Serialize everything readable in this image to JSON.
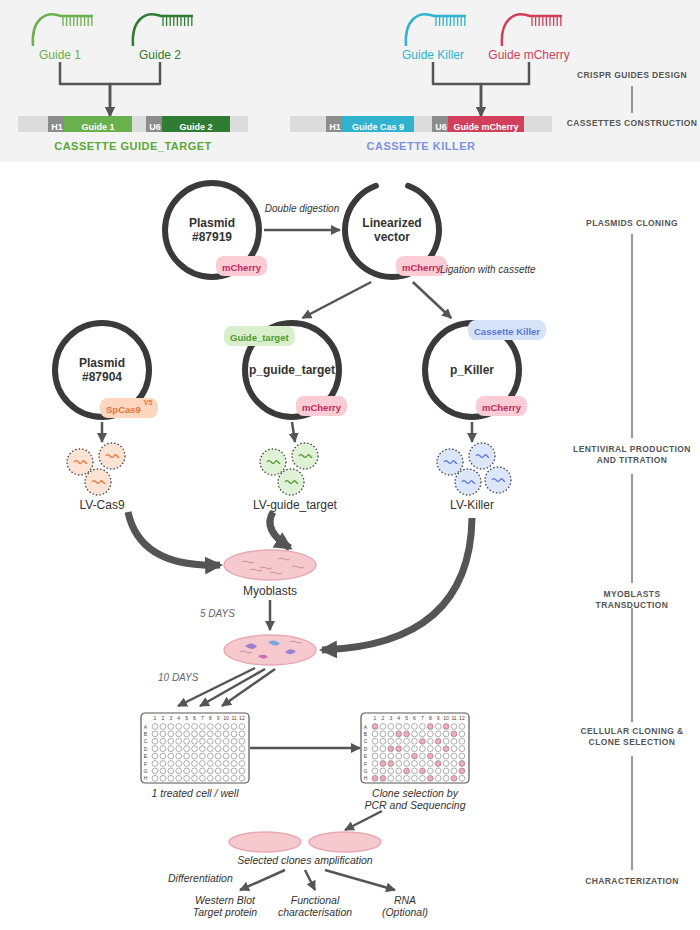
{
  "diagram": {
    "nodes": [
      {
        "text": [
          "Guide 1"
        ]
      },
      {
        "text": [
          "Guide 2"
        ]
      },
      {
        "text": [
          "Guide Killer"
        ]
      },
      {
        "text": [
          "Guide mCherry"
        ]
      },
      {
        "text": [
          "CASSETTE GUIDE_TARGET"
        ]
      },
      {
        "text": [
          "H1"
        ],
        "in": 4
      },
      {
        "text": [
          "Guide 1"
        ],
        "in": 4
      },
      {
        "text": [
          "U6"
        ],
        "in": 4
      },
      {
        "text": [
          "Guide 2"
        ],
        "in": 4
      },
      {
        "text": [
          "CASSETTE KILLER"
        ]
      },
      {
        "text": [
          "H1"
        ],
        "in": 9
      },
      {
        "text": [
          "Guide Cas 9"
        ],
        "in": 9
      },
      {
        "text": [
          "U6"
        ],
        "in": 9
      },
      {
        "text": [
          "Guide mCherry"
        ],
        "in": 9
      },
      {
        "text": [
          "Plasmid #87919"
        ]
      },
      {
        "text": [
          "mCherry"
        ],
        "in": 14
      },
      {
        "text": [
          "Linearized vector"
        ]
      },
      {
        "text": [
          "mCherry"
        ],
        "in": 16
      },
      {
        "text": [
          "Plasmid #87904"
        ]
      },
      {
        "text": [
          "SpCas9",
          "V5"
        ],
        "in": 18
      },
      {
        "text": [
          "p_guide_target"
        ]
      },
      {
        "text": [
          "Guide_target"
        ],
        "in": 20
      },
      {
        "text": [
          "mCherry"
        ],
        "in": 20
      },
      {
        "text": [
          "p_Killer"
        ]
      },
      {
        "text": [
          "Cassette Killer"
        ],
        "in": 23
      },
      {
        "text": [
          "mCherry"
        ],
        "in": 23
      },
      {
        "text": [
          "LV-Cas9"
        ]
      },
      {
        "text": [
          "LV-guide_target"
        ]
      },
      {
        "text": [
          "LV-Killer"
        ]
      },
      {
        "text": [
          "Myoblasts"
        ]
      },
      {
        "text": [
          "1 treated cell / well",
          "1",
          "2",
          "3",
          "4",
          "5",
          "6",
          "7",
          "8",
          "9",
          "10",
          "11",
          "12",
          "A",
          "B",
          "C",
          "D",
          "E",
          "F",
          "G",
          "H"
        ]
      },
      {
        "text": [
          "Clone selection by PCR and Sequencing",
          "1",
          "2",
          "3",
          "4",
          "5",
          "6",
          "7",
          "8",
          "9",
          "10",
          "11",
          "12",
          "A",
          "B",
          "C",
          "D",
          "E",
          "F",
          "G",
          "H"
        ]
      },
      {
        "text": [
          "Selected clones amplification"
        ]
      }
    ],
    "edges": [
      {
        "from": 0,
        "to": 4,
        "arrow": "to"
      },
      {
        "from": 1,
        "to": 4,
        "arrow": "to"
      },
      {
        "from": 2,
        "to": 9,
        "arrow": "to"
      },
      {
        "from": 3,
        "to": 9,
        "arrow": "to"
      },
      {
        "from": 14,
        "to": 16,
        "label": "Double digestion",
        "arrow": "to"
      },
      {
        "from": 16,
        "to": 20,
        "arrow": "to"
      },
      {
        "from": 16,
        "to": 23,
        "arrow": "to"
      },
      {
        "from": 18,
        "to": 26,
        "arrow": "to"
      },
      {
        "from": 20,
        "to": 27,
        "arrow": "to"
      },
      {
        "from": 23,
        "to": 28,
        "arrow": "to"
      },
      {
        "from": 26,
        "to": 29,
        "arrow": "to"
      },
      {
        "from": 27,
        "to": 29,
        "arrow": "to"
      },
      {
        "from": 30,
        "to": 31,
        "arrow": "to"
      },
      {
        "from": 31,
        "to": 32,
        "arrow": "to"
      }
    ],
    "labels": [
      "CRISPR GUIDES DESIGN",
      "CASSETTES CONSTRUCTION",
      "PLASMIDS CLONING",
      "LENTIVIRAL PRODUCTION AND TITRATION",
      "MYOBLASTS TRANSDUCTION",
      "CELLULAR CLONING & CLONE SELECTION",
      "CHARACTERIZATION",
      "Ligation with cassette",
      "5 DAYS",
      "10 DAYS",
      "Differentiation",
      "Western Blot Target protein",
      "Functional characterisation",
      "RNA (Optional)"
    ]
  }
}
